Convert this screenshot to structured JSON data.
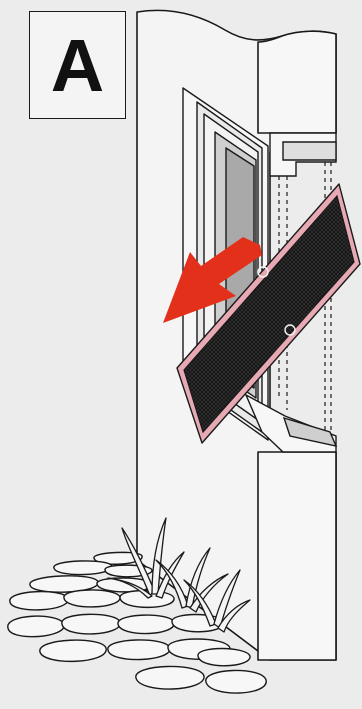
{
  "figure": {
    "label": "A"
  },
  "colors": {
    "background": "#ececec",
    "wall": "#f4f4f4",
    "outline": "#1a1a1a",
    "frame_recess": "#a9a9a9",
    "shadow": "#cfcfcf",
    "screen_mesh": "#141414",
    "screen_frame": "#e7a9b3",
    "arrow": "#e2301b"
  },
  "icons": [
    "direction-arrow",
    "insect-screen",
    "window-frame",
    "plants",
    "stepping-stones"
  ]
}
